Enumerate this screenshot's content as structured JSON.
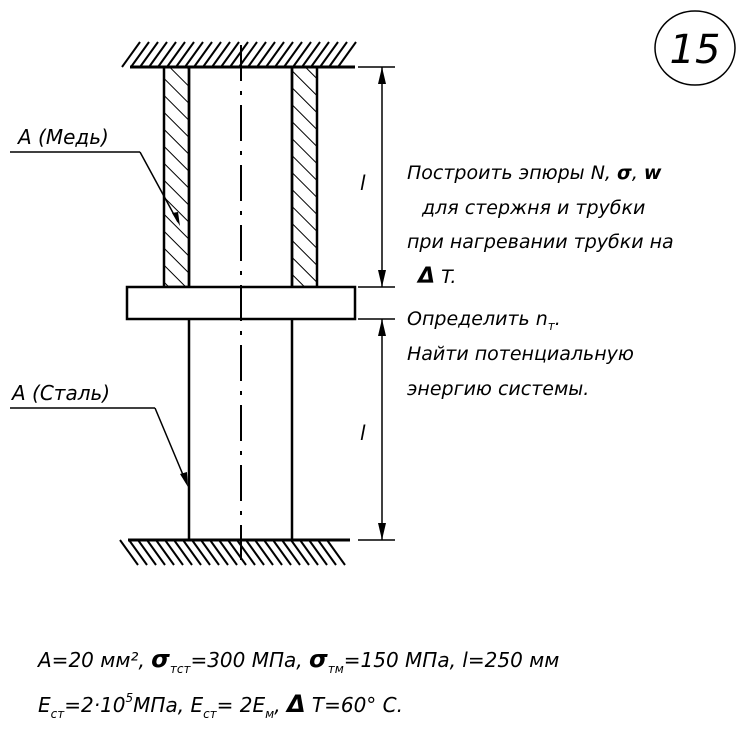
{
  "problem_number": "15",
  "labels": {
    "copper": "A (Медь)",
    "steel": "A (Сталь)",
    "length_top": "l",
    "length_bottom": "l"
  },
  "task": {
    "line1_pre": "Построить эпюры N, ",
    "line1_sigma": "σ",
    "line1_mid": ", ",
    "line1_w": "w",
    "line2": "для стержня и трубки",
    "line3": "при нагревании трубки на",
    "line4_delta": "Δ",
    "line4_rest": " T.",
    "line5_pre": "Определить n",
    "line5_sub": "т",
    "line5_post": ".",
    "line6": "Найти потенциальную",
    "line7": "энергию системы."
  },
  "given": {
    "line1_a": "A=20 мм², ",
    "line1_sigma1": "σ",
    "line1_sub1": "тст",
    "line1_b": "=300 МПа, ",
    "line1_sigma2": "σ",
    "line1_sub2": "тм",
    "line1_c": "=150 МПа, l=250 мм",
    "line2_e1": "E",
    "line2_sub1": "ст",
    "line2_a": "=2·10",
    "line2_sup": "5",
    "line2_b": "МПа, E",
    "line2_sub2": "ст",
    "line2_c": "= 2E",
    "line2_sub3": "м",
    "line2_d": ", ",
    "line2_delta": "Δ",
    "line2_e": " T=60° C."
  }
}
